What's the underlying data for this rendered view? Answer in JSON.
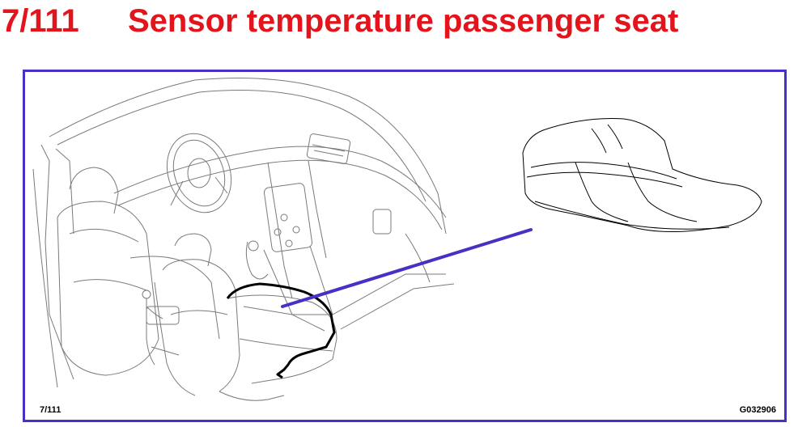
{
  "header": {
    "code": "7/111",
    "title": "Sensor temperature passenger seat"
  },
  "figure": {
    "ref_left": "7/111",
    "ref_right": "G032906"
  },
  "colors": {
    "title": "#e3141b",
    "frame": "#4a2fc4",
    "leader_line": "#4a2fc4",
    "sensor_wire": "#000000"
  },
  "icons": {
    "car_interior": "car-interior-illustration",
    "seat_cushion": "seat-cushion-illustration"
  }
}
